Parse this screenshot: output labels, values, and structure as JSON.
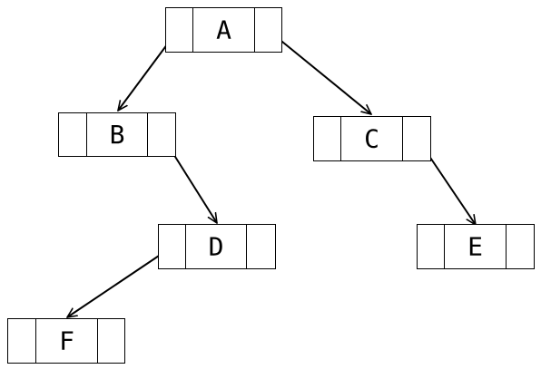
{
  "nodes": {
    "A": {
      "label": "A"
    },
    "B": {
      "label": "B"
    },
    "C": {
      "label": "C"
    },
    "D": {
      "label": "D"
    },
    "E": {
      "label": "E"
    },
    "F": {
      "label": "F"
    }
  },
  "edges": [
    {
      "from": "A",
      "to": "B",
      "side": "left"
    },
    {
      "from": "A",
      "to": "C",
      "side": "right"
    },
    {
      "from": "B",
      "to": "D",
      "side": "right"
    },
    {
      "from": "C",
      "to": "E",
      "side": "right"
    },
    {
      "from": "D",
      "to": "F",
      "side": "left"
    }
  ],
  "colors": {
    "stroke": "#000000",
    "background": "#ffffff"
  }
}
